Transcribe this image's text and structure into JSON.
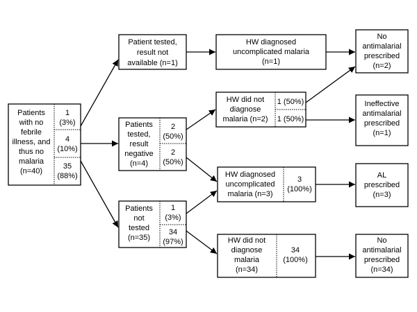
{
  "nodes": {
    "start": [
      "Patients",
      "with no",
      "febrile",
      "illness, and",
      "thus no",
      "malaria",
      "(n=40)"
    ],
    "start_c1": [
      "1",
      "(3%)"
    ],
    "start_c2": [
      "4",
      "(10%)"
    ],
    "start_c3": [
      "35",
      "(88%)"
    ],
    "ptra": [
      "Patient tested,",
      "result not",
      "available (n=1)"
    ],
    "hw_unc1": [
      "HW diagnosed",
      "uncomplicated malaria",
      "(n=1)"
    ],
    "no_anti1": [
      "No",
      "antimalarial",
      "prescribed",
      "(n=2)"
    ],
    "ptneg": [
      "Patients",
      "tested,",
      "result",
      "negative",
      "(n=4)"
    ],
    "ptneg_c1": [
      "2",
      "(50%)"
    ],
    "ptneg_c2": [
      "2",
      "(50%)"
    ],
    "hw_nd1": [
      "HW did not",
      "diagnose",
      "malaria (n=2)"
    ],
    "hw_nd1_c1": [
      "1 (50%)"
    ],
    "hw_nd1_c2": [
      "1 (50%)"
    ],
    "ineff": [
      "Ineffective",
      "antimalarial",
      "prescribed",
      "(n=1)"
    ],
    "hw_unc3": [
      "HW diagnosed",
      "uncomplicated",
      "malaria (n=3)"
    ],
    "hw_unc3_c": [
      "3",
      "(100%)"
    ],
    "al": [
      "AL",
      "prescribed",
      "(n=3)"
    ],
    "pnt": [
      "Patients",
      "not",
      "tested",
      "(n=35)"
    ],
    "pnt_c1": [
      "1",
      "(3%)"
    ],
    "pnt_c2": [
      "34",
      "(97%)"
    ],
    "hw_nd34": [
      "HW did not",
      "diagnose",
      "malaria",
      "(n=34)"
    ],
    "hw_nd34_c": [
      "34",
      "(100%)"
    ],
    "no_anti2": [
      "No",
      "antimalarial",
      "prescribed",
      "(n=34)"
    ]
  }
}
